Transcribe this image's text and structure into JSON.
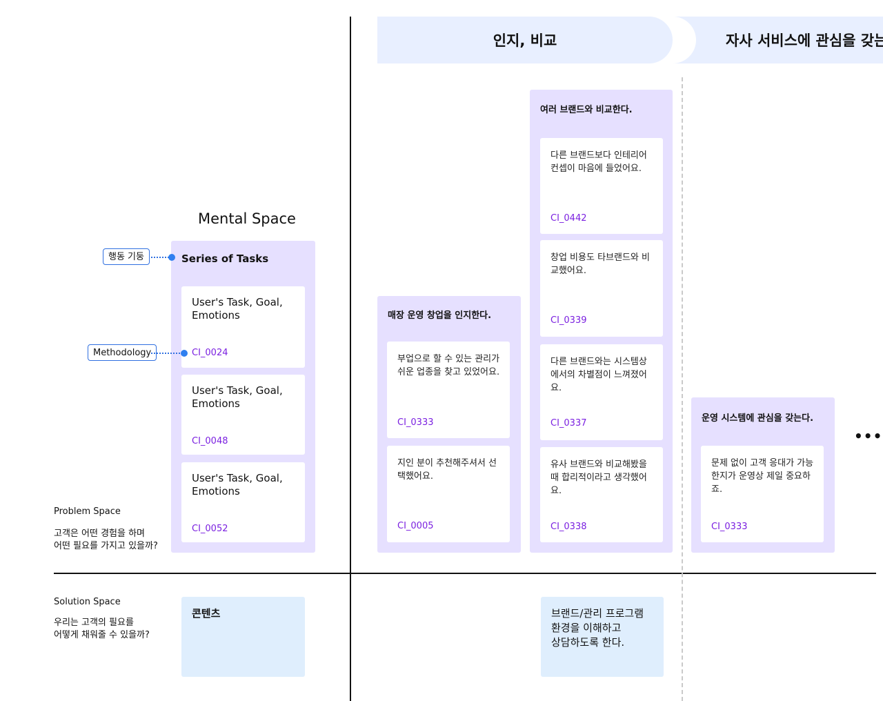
{
  "stages": [
    {
      "label": "인지, 비교"
    },
    {
      "label": "자사 서비스에 관심을 갖는다"
    }
  ],
  "mental_space": {
    "title": "Mental Space",
    "header": "Series of Tasks",
    "cards": [
      {
        "text": "User's Task, Goal, Emotions",
        "id": "CI_0024"
      },
      {
        "text": "User's Task, Goal, Emotions",
        "id": "CI_0048"
      },
      {
        "text": "User's Task, Goal, Emotions",
        "id": "CI_0052"
      }
    ]
  },
  "tags": {
    "behavior": "행동 기둥",
    "methodology": "Methodology"
  },
  "columns": [
    {
      "title": "매장 운영 창업을 인지한다.",
      "cards": [
        {
          "text": "부업으로 할 수 있는 관리가 쉬운 업종을 찾고 있었어요.",
          "id": "CI_0333"
        },
        {
          "text": "지인 분이 추천해주셔서 선택했어요.",
          "id": "CI_0005"
        }
      ]
    },
    {
      "title": "여러 브랜드와 비교한다.",
      "cards": [
        {
          "text": "다른 브랜드보다 인테리어 컨셉이 마음에 들었어요.",
          "id": "CI_0442"
        },
        {
          "text": "창업 비용도 타브랜드와 비교했어요.",
          "id": "CI_0339"
        },
        {
          "text": "다른 브랜드와는 시스템상에서의 차별점이 느껴졌어요.",
          "id": "CI_0337"
        },
        {
          "text": "유사 브랜드와 비교해봤을 때 합리적이라고 생각했어요.",
          "id": "CI_0338"
        }
      ]
    },
    {
      "title": "운영 시스템에 관심을 갖는다.",
      "cards": [
        {
          "text": "문제 없이 고객 응대가 가능한지가 운영상 제일 중요하죠.",
          "id": "CI_0333"
        }
      ]
    }
  ],
  "more": "•••",
  "problem_space": {
    "title": "Problem Space",
    "line1": "고객은 어떤 경험을 하며",
    "line2": "어떤 필요를 가지고 있을까?"
  },
  "solution_space": {
    "title": "Solution Space",
    "line1": "우리는 고객의 필요를",
    "line2": "어떻게 채워줄 수 있을까?"
  },
  "solutions": [
    {
      "text": "콘텐츠"
    },
    {
      "line1": "브랜드/관리 프로그램",
      "line2": "환경을 이해하고",
      "line3": "상담하도록 한다."
    }
  ]
}
